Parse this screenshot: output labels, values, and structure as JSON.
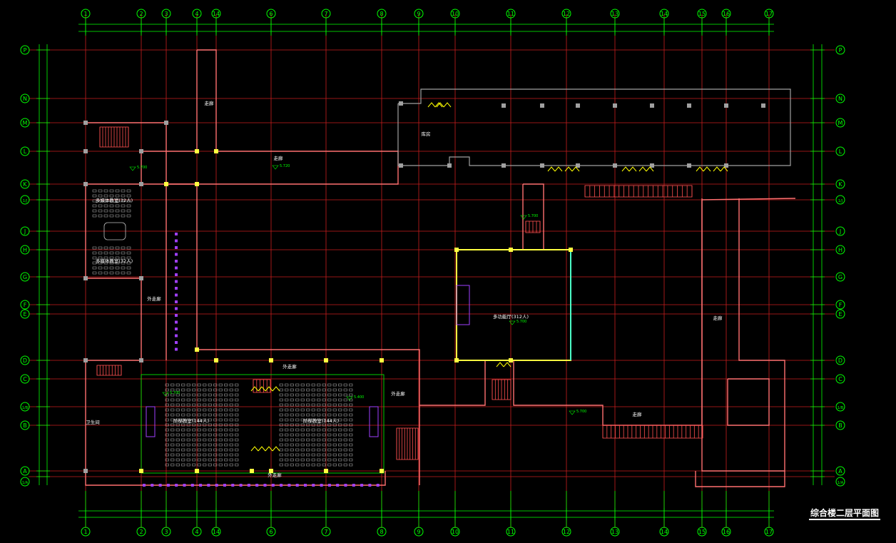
{
  "drawing": {
    "title": "综合楼二层平面图",
    "colors": {
      "background": "#000000",
      "axis_grid": "#c81e1e",
      "dimension": "#00ff00",
      "wall": "#ff7070",
      "column": "#ffff40",
      "door": "#ffff00",
      "stair": "#ff5050",
      "furniture": "#c0c0c0",
      "window": "#00ffff",
      "equipment": "#a040ff",
      "text": "#ffffff"
    },
    "column_axes": [
      "1",
      "2",
      "3",
      "4",
      "14",
      "6",
      "7",
      "8",
      "9",
      "10",
      "11",
      "12",
      "13",
      "14",
      "15",
      "16",
      "17"
    ],
    "row_axes": [
      "P",
      "N",
      "M",
      "L",
      "K",
      "1/J",
      "J",
      "H",
      "G",
      "F",
      "E",
      "D",
      "C",
      "1/B",
      "B",
      "A",
      "1/A"
    ],
    "rooms": [
      {
        "id": "corridor-north",
        "label": "走廊"
      },
      {
        "id": "corridor-north-2",
        "label": "走廊"
      },
      {
        "id": "east-corridor",
        "label": "走廊"
      },
      {
        "id": "south-corridor",
        "label": "走廊"
      },
      {
        "id": "outer-corridor",
        "label": "外走廊"
      },
      {
        "id": "outer-corridor-2",
        "label": "外走廊"
      },
      {
        "id": "outer-corridor-3",
        "label": "外走廊"
      },
      {
        "id": "outer-corridor-4",
        "label": "外走廊"
      },
      {
        "id": "classroom-north",
        "label": "多媒体教室(32人)"
      },
      {
        "id": "classroom-south",
        "label": "多媒体教室(32人)"
      },
      {
        "id": "lecture-hall",
        "label": "多功能厅(312人)"
      },
      {
        "id": "lecture-left",
        "label": "阶梯教室(144人)"
      },
      {
        "id": "lecture-right",
        "label": "阶梯教室(144人)"
      },
      {
        "id": "storage",
        "label": "库房"
      },
      {
        "id": "toilet",
        "label": "卫生间"
      }
    ],
    "elevations": [
      "5.700",
      "5.720",
      "5.700",
      "5.700",
      "5.700",
      "5.700",
      "5.400"
    ]
  }
}
